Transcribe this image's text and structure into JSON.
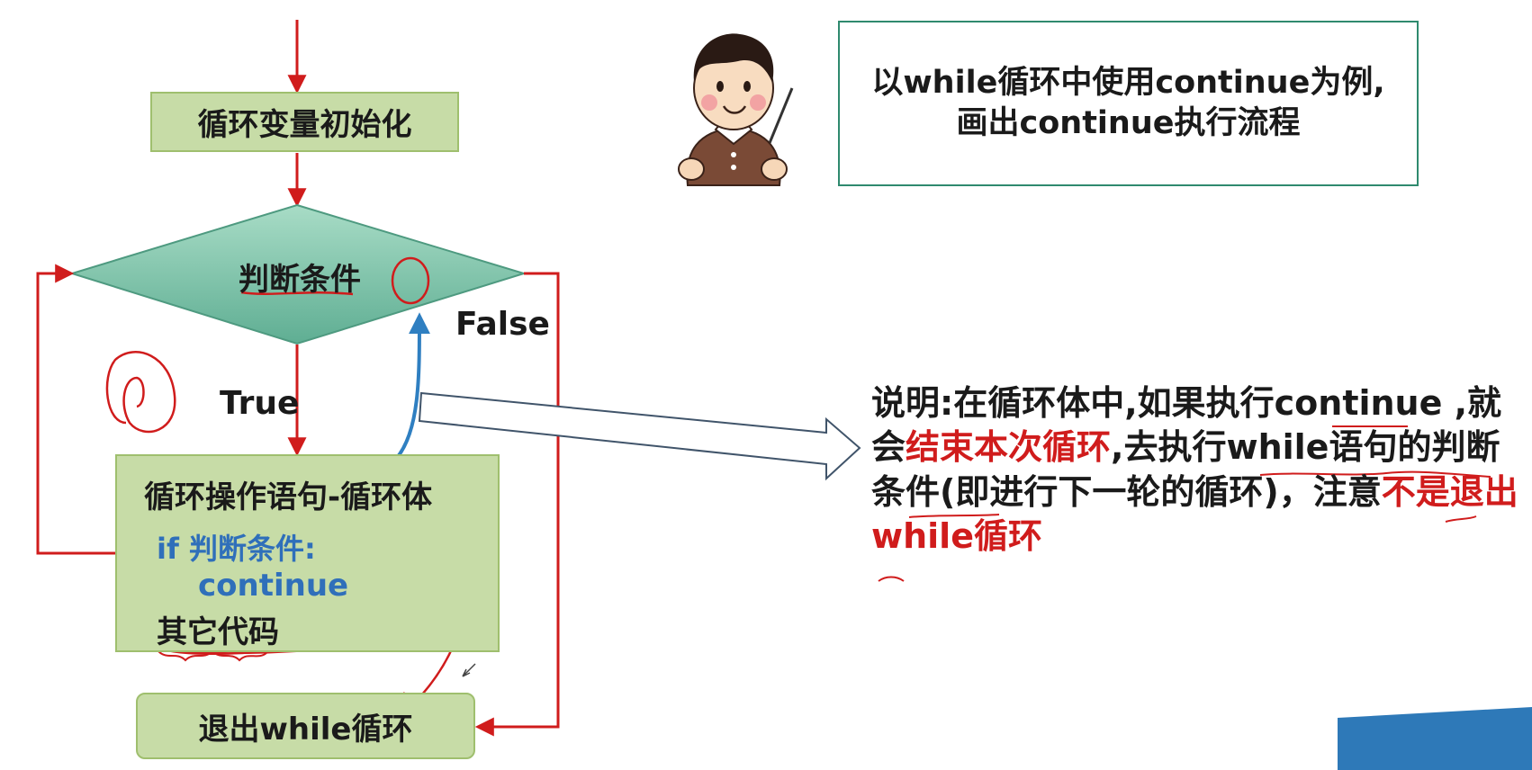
{
  "flowchart": {
    "init_label": "循环变量初始化",
    "condition_label": "判断条件",
    "true_label": "True",
    "false_label": "False",
    "body_title": "循环操作语句-循环体",
    "body_if": "if 判断条件:",
    "body_continue": "continue",
    "body_other": "其它代码",
    "exit_label": "退出while循环"
  },
  "title_box": {
    "line1": "以while循环中使用continue为例,",
    "line2": "画出continue执行流程"
  },
  "note": {
    "part1": "说明:在循环体中,如果执行continue ,就会",
    "highlight1": "结束本次循环",
    "part2": ",去执行while语句的判断条件(即进行下一轮的循环)，注意",
    "highlight2": "不是退出while循环"
  },
  "colors": {
    "flow_arrow": "#d01c1c",
    "continue_arrow": "#2f7fc1",
    "box_fill": "#c7dca7",
    "diamond_fill": "#7fc2a8",
    "highlight": "#d01c1c",
    "corner_accent": "#2e79b8"
  },
  "icons": [
    "teacher-avatar-icon",
    "pointer-icon"
  ]
}
